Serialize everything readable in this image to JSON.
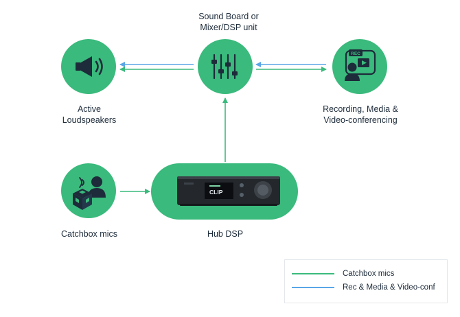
{
  "nodes": {
    "sound_board": {
      "label_line1": "Sound Board or",
      "label_line2": "Mixer/DSP unit"
    },
    "speakers": {
      "label_line1": "Active",
      "label_line2": "Loudspeakers"
    },
    "recording": {
      "label_line1": "Recording, Media &",
      "label_line2": "Video-conferencing",
      "icon_badge": "REC"
    },
    "catchbox": {
      "label": "Catchbox mics"
    },
    "hub": {
      "label": "Hub DSP",
      "screen_text": "CLIP"
    }
  },
  "legend": {
    "items": [
      {
        "label": "Catchbox mics",
        "color": "#3aba7c"
      },
      {
        "label": "Rec & Media & Video-conf",
        "color": "#5aa6e6"
      }
    ]
  },
  "colors": {
    "green": "#3aba7c",
    "blue": "#5aa6e6",
    "dark": "#1d2b3a"
  }
}
